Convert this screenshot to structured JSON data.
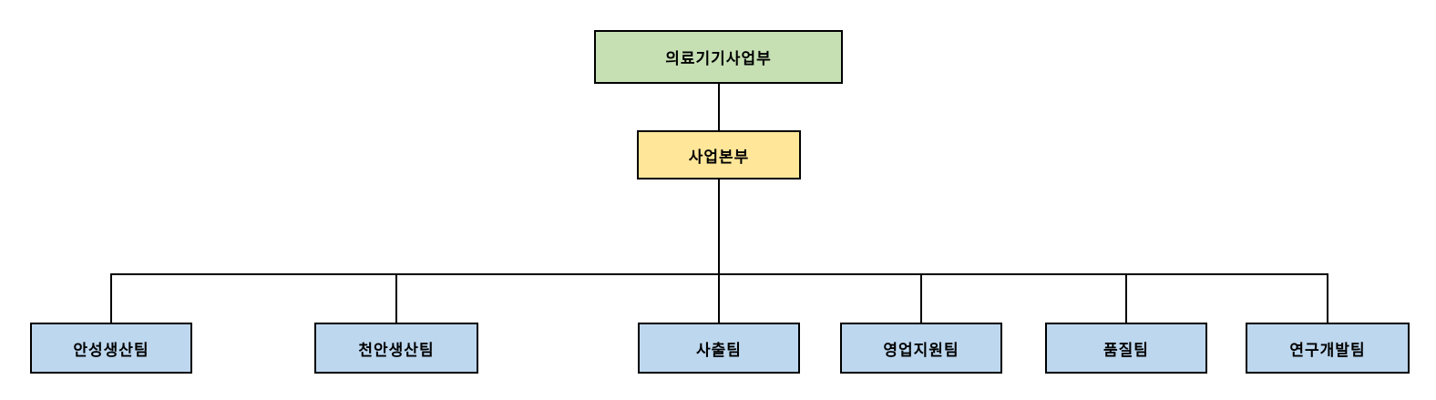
{
  "org_chart": {
    "type": "org-chart",
    "root": {
      "label": "의료기기사업부",
      "fill": "#c6e0b4"
    },
    "headquarters": {
      "label": "사업본부",
      "fill": "#ffe699"
    },
    "teams": [
      {
        "label": "안성생산팀"
      },
      {
        "label": "천안생산팀"
      },
      {
        "label": "사출팀"
      },
      {
        "label": "영업지원팀"
      },
      {
        "label": "품질팀"
      },
      {
        "label": "연구개발팀"
      }
    ],
    "team_fill": "#bdd7ee",
    "border_color": "#000000",
    "connector_color": "#000000",
    "background": "#ffffff"
  }
}
